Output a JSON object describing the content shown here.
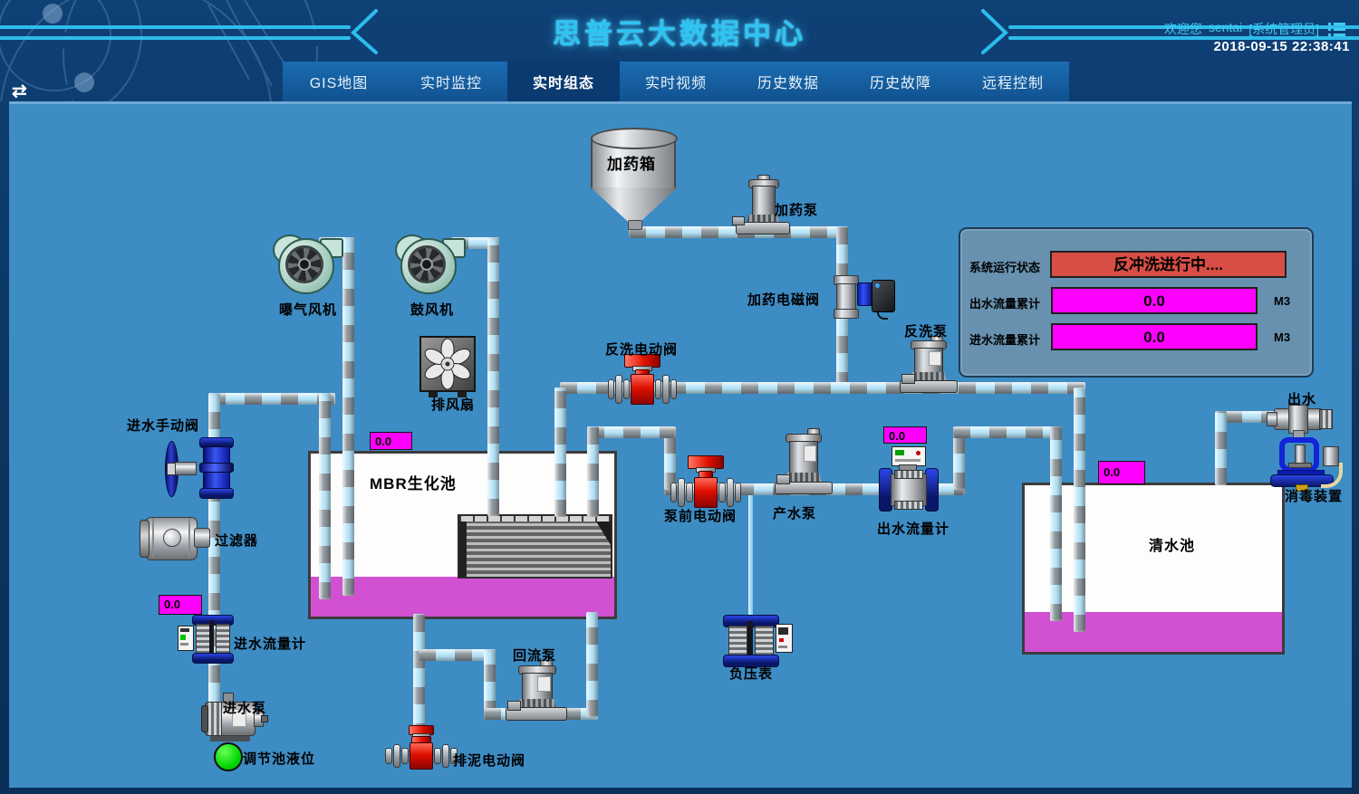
{
  "header": {
    "title": "思普云大数据中心",
    "welcome": "欢迎您",
    "username": "sentai",
    "role": "[系统管理员]",
    "datetime": "2018-09-15 22:38:41"
  },
  "nav": {
    "swap_icon": "⇄",
    "active_tab": "实时组态",
    "tabs": [
      {
        "label": "GIS地图"
      },
      {
        "label": "实时监控"
      },
      {
        "label": "实时组态"
      },
      {
        "label": "实时视频"
      },
      {
        "label": "历史数据"
      },
      {
        "label": "历史故障"
      },
      {
        "label": "远程控制"
      }
    ]
  },
  "status_panel": {
    "system_status_label": "系统运行状态",
    "system_status_value": "反冲洗进行中....",
    "outlet_total_label": "出水流量累计",
    "outlet_total_value": "0.0",
    "outlet_total_unit": "M3",
    "inlet_total_label": "进水流量累计",
    "inlet_total_value": "0.0",
    "inlet_total_unit": "M3"
  },
  "readouts": {
    "mbr_level": "0.0",
    "inlet_flow": "0.0",
    "outlet_flow": "0.0",
    "clean_tank_level": "0.0"
  },
  "labels": {
    "aeration_blower": "曝气风机",
    "blower": "鼓风机",
    "exhaust_fan": "排风扇",
    "dosing_tank": "加药箱",
    "dosing_pump": "加药泵",
    "dosing_solenoid_valve": "加药电磁阀",
    "backwash_valve": "反洗电动阀",
    "backwash_pump": "反洗泵",
    "inlet_manual_valve": "进水手动阀",
    "mbr_tank": "MBR生化池",
    "filter": "过滤器",
    "prepump_valve": "泵前电动阀",
    "product_pump": "产水泵",
    "outlet_flowmeter": "出水流量计",
    "clean_water_tank": "清水池",
    "outlet": "出水",
    "disinfection_device": "消毒装置",
    "inlet_flowmeter": "进水流量计",
    "inlet_pump": "进水泵",
    "regulating_tank_level": "调节池液位",
    "return_pump": "回流泵",
    "sludge_valve": "排泥电动阀",
    "vacuum_gauge": "负压表"
  },
  "colors": {
    "canvas": "#3d8cc4",
    "magenta": "#ff00ff",
    "liquid": "#d251d2",
    "alarm_red": "#d84e46",
    "accent_cyan": "#2fc3f2"
  }
}
